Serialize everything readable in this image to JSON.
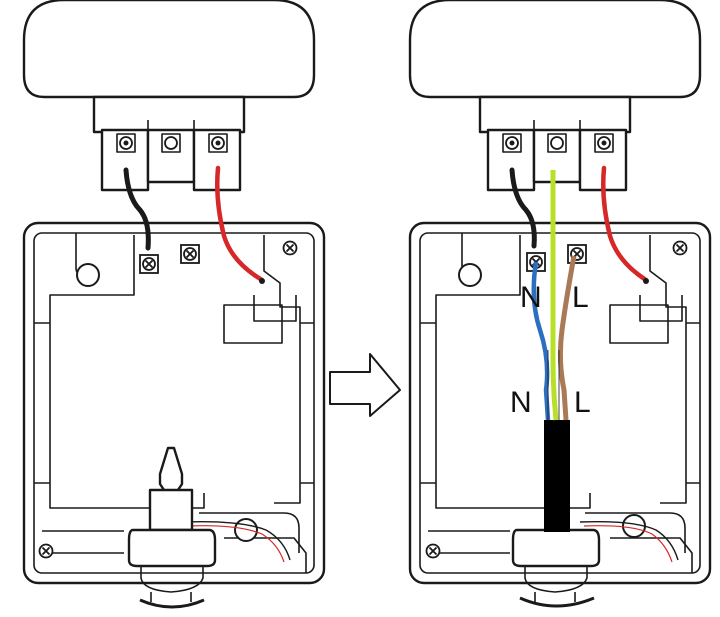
{
  "labels": {
    "terminal_n": "N",
    "terminal_l": "L",
    "cable_n": "N",
    "cable_l": "L"
  },
  "colors": {
    "outline": "#1a1a1a",
    "wire_black": "#1a1a1a",
    "wire_red": "#d62828",
    "wire_blue": "#2c6fc0",
    "wire_brown": "#a97a55",
    "wire_earth": "#b8e02a",
    "cable_sheath": "#000000"
  },
  "icons": [
    "screw-icon",
    "arrow-right-icon"
  ]
}
